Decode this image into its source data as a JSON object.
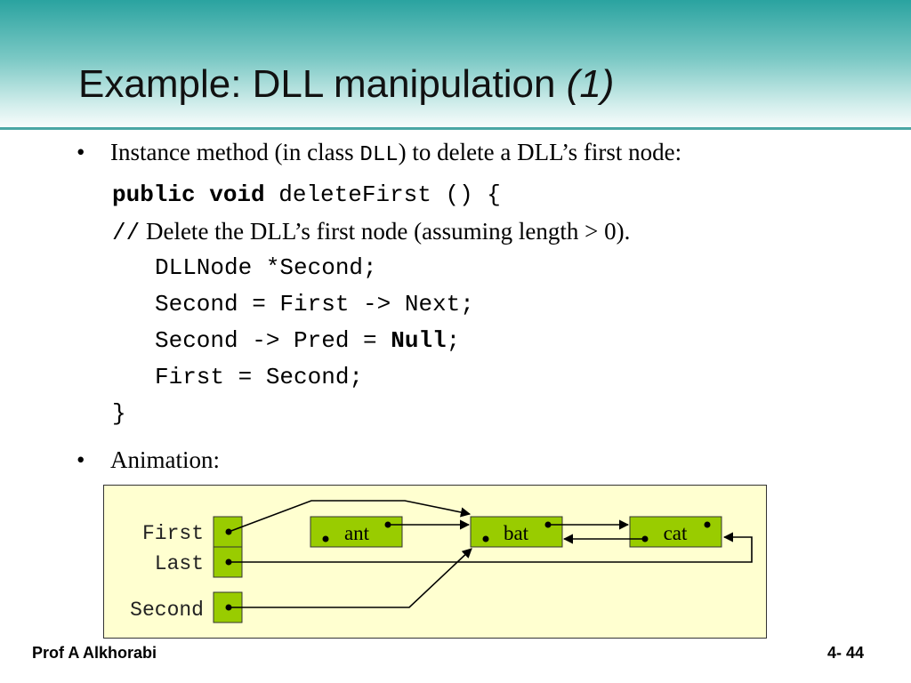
{
  "slide": {
    "title_main": "Example: DLL manipulation ",
    "title_num": "(1)",
    "bullet1_prefix": "Instance method (in class ",
    "bullet1_code": "DLL",
    "bullet1_suffix": ") to delete a DLL’s first node:",
    "code_kw": "public void",
    "code_sig": " deleteFirst () {",
    "code_comment_mark": "//",
    "code_comment_text": "  Delete the DLL’s first node (assuming length > 0).",
    "code_l3": "DLLNode *Second;",
    "code_l4": "Second = First -> Next;",
    "code_l5_pre": "Second -> Pred = ",
    "code_l5_kw": "Null",
    "code_l5_post": ";",
    "code_l6": "First = Second;",
    "code_close": "}",
    "bullet2": "Animation:"
  },
  "diagram": {
    "var_first": "First",
    "var_last": "Last",
    "var_second": "Second",
    "node_ant": "ant",
    "node_bat": "bat",
    "node_cat": "cat"
  },
  "colors": {
    "node_fill": "#99cc00",
    "anim_bg": "#ffffd0",
    "header_teal": "#2aa3a0"
  },
  "footer": {
    "author": "Prof A Alkhorabi",
    "page": "4- 44"
  }
}
